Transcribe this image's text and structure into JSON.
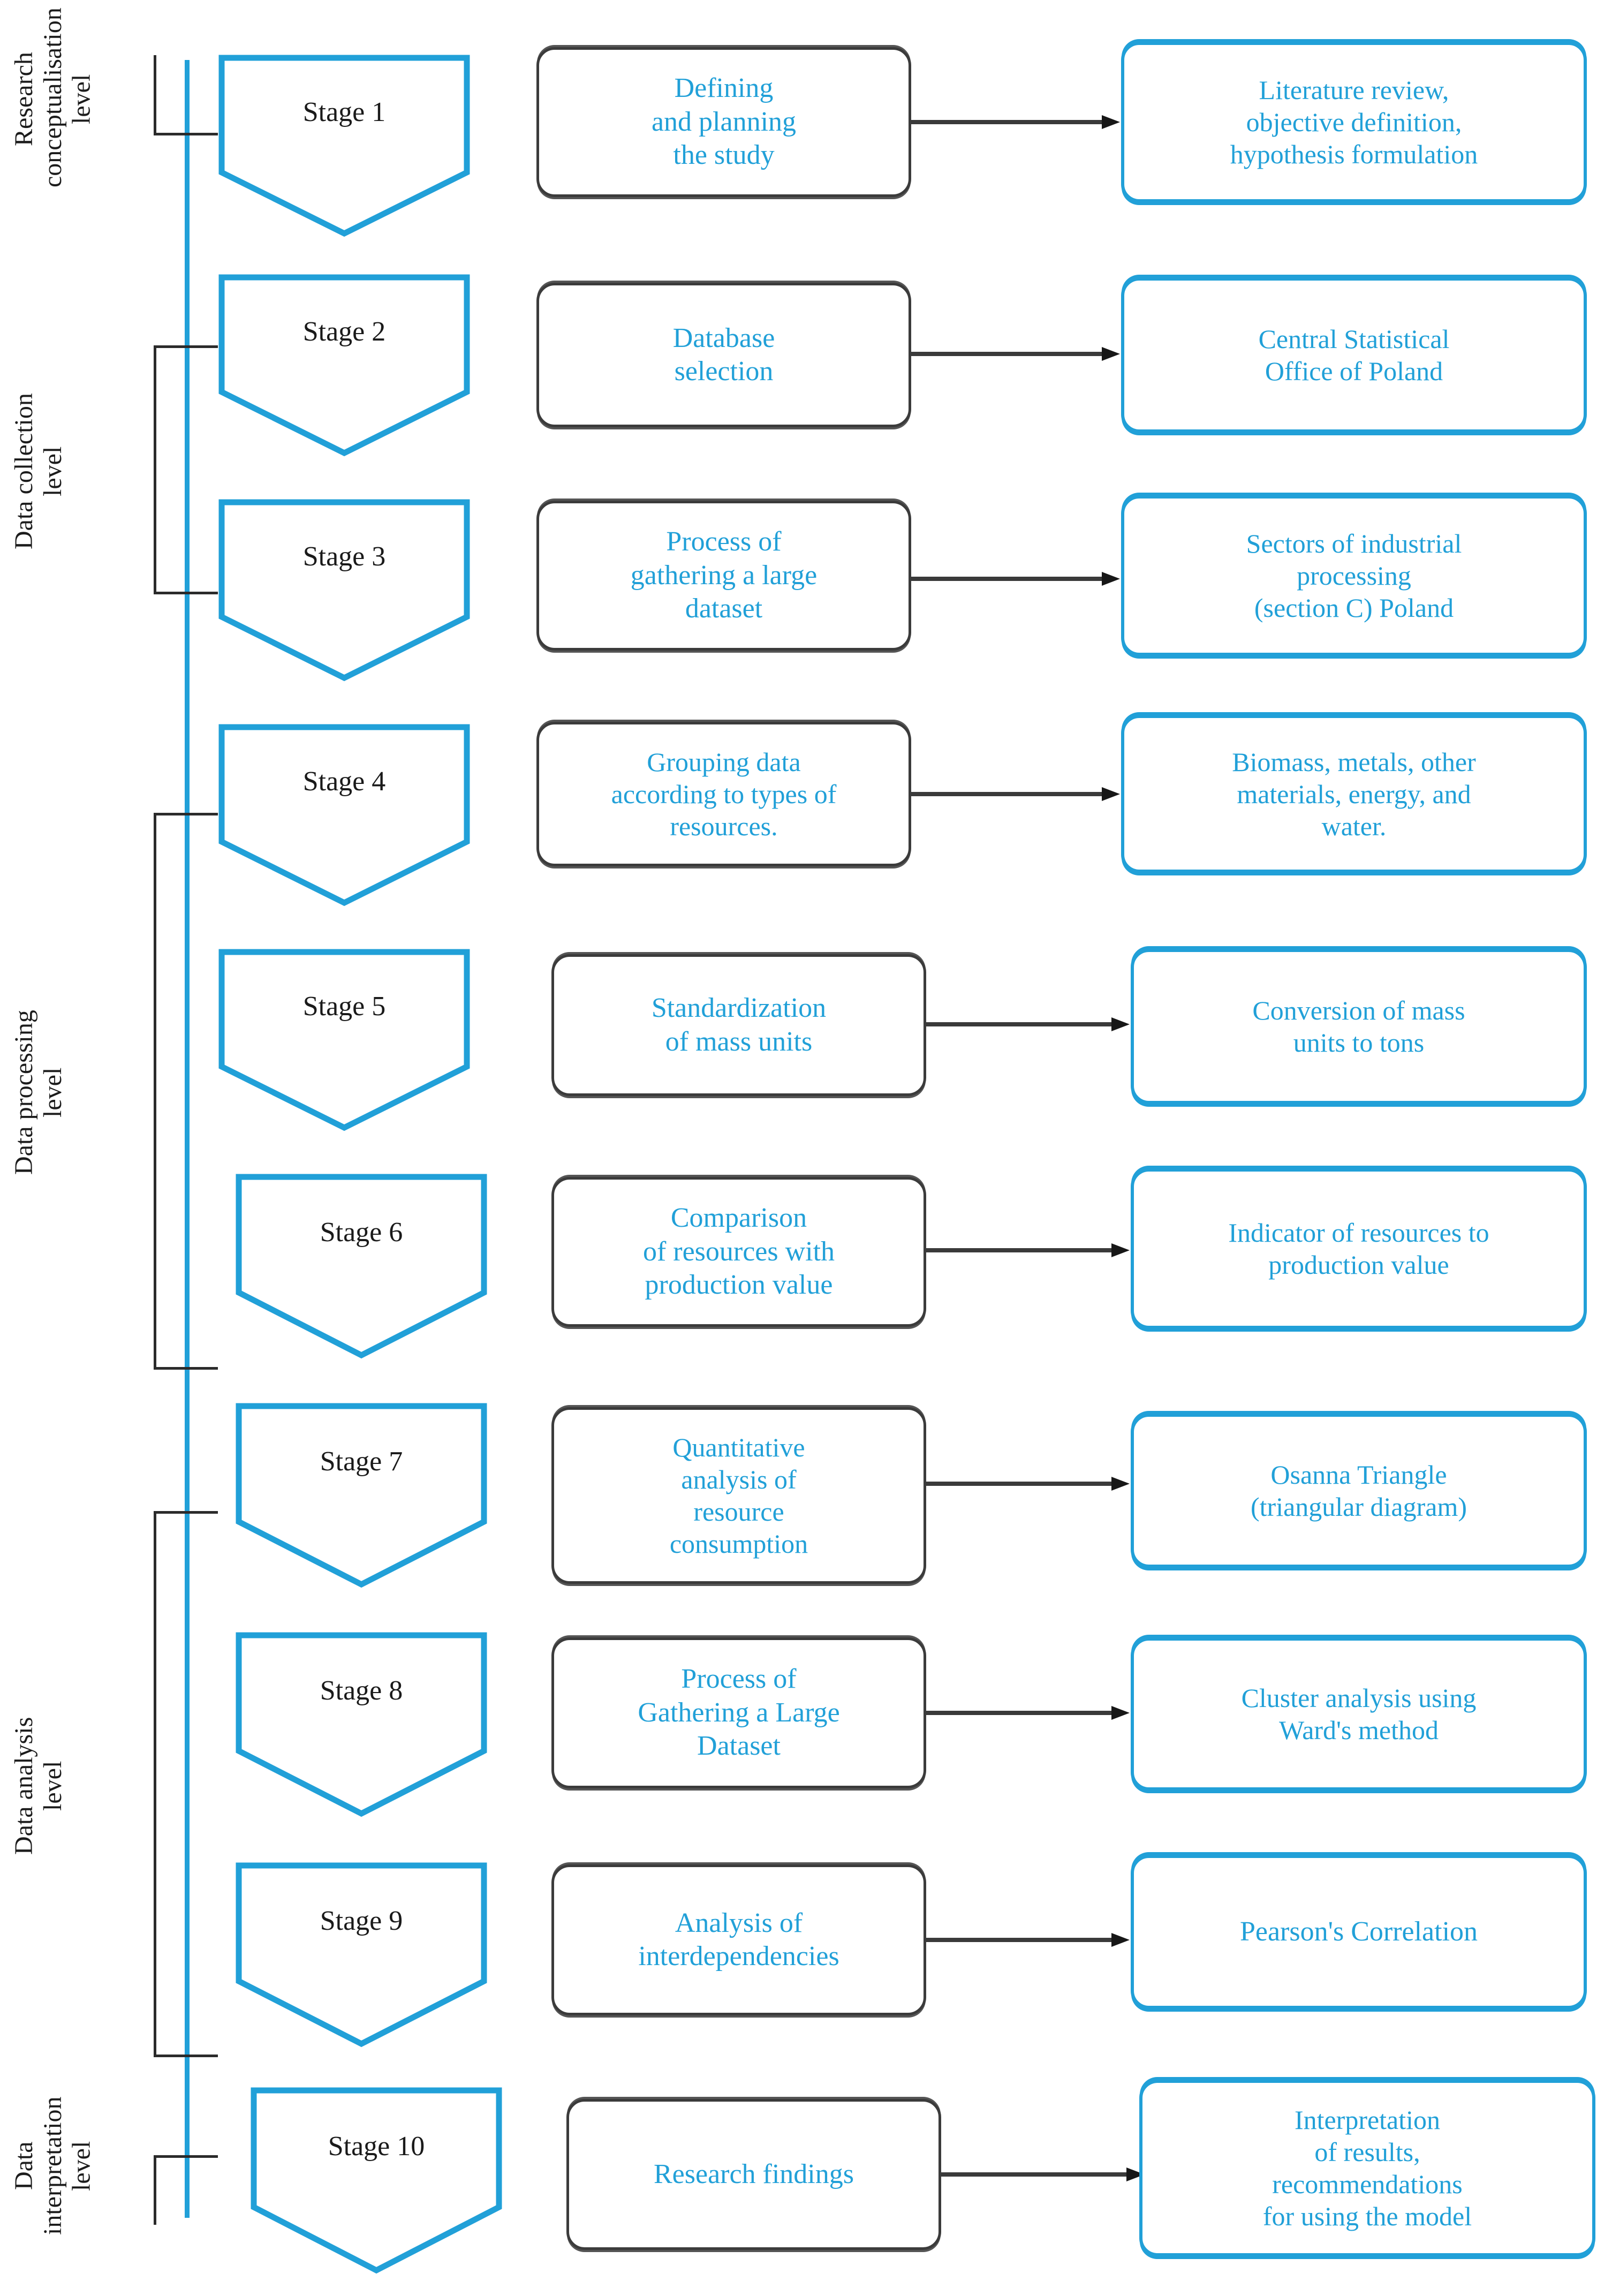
{
  "colors": {
    "accent_blue": "#21A0D8",
    "box_border_dark": "#3b3b3b",
    "text_dark": "#1a1a1a",
    "arrow": "#3a3a3a",
    "background": "#ffffff"
  },
  "levels": [
    {
      "label": "Research\nconceptualisation\nlevel",
      "stages": [
        1
      ]
    },
    {
      "label": "Data collection\nlevel",
      "stages": [
        2,
        3
      ]
    },
    {
      "label": "Data processing\nlevel",
      "stages": [
        4,
        5,
        6
      ]
    },
    {
      "label": "Data analysis\nlevel",
      "stages": [
        7,
        8,
        9
      ]
    },
    {
      "label": "Data\ninterpretation\nlevel",
      "stages": [
        10
      ]
    }
  ],
  "rows": [
    {
      "stage": "Stage 1",
      "activity": "Defining\nand planning\nthe study",
      "outcome": "Literature review,\nobjective definition,\nhypothesis formulation"
    },
    {
      "stage": "Stage 2",
      "activity": "Database\nselection",
      "outcome": "Central Statistical\nOffice of Poland"
    },
    {
      "stage": "Stage 3",
      "activity": "Process of\ngathering a large\ndataset",
      "outcome": "Sectors of industrial\nprocessing\n(section C) Poland"
    },
    {
      "stage": "Stage 4",
      "activity": "Grouping data\naccording to types of\nresources.",
      "outcome": "Biomass, metals, other\nmaterials, energy, and\nwater."
    },
    {
      "stage": "Stage 5",
      "activity": "Standardization\nof mass units",
      "outcome": "Conversion of mass\nunits to tons"
    },
    {
      "stage": "Stage 6",
      "activity": "Comparison\nof resources with\nproduction value",
      "outcome": "Indicator of resources to\nproduction value"
    },
    {
      "stage": "Stage 7",
      "activity": "Quantitative\nanalysis of\nresource\nconsumption",
      "outcome": "Osanna Triangle\n(triangular diagram)"
    },
    {
      "stage": "Stage 8",
      "activity": "Process of\nGathering a Large\nDataset",
      "outcome": "Cluster analysis using\nWard's method"
    },
    {
      "stage": "Stage 9",
      "activity": "Analysis of\ninterdependencies",
      "outcome": "Pearson's Correlation"
    },
    {
      "stage": "Stage 10",
      "activity": "Research findings",
      "outcome": "Interpretation\nof results,\nrecommendations\nfor using the model"
    }
  ]
}
